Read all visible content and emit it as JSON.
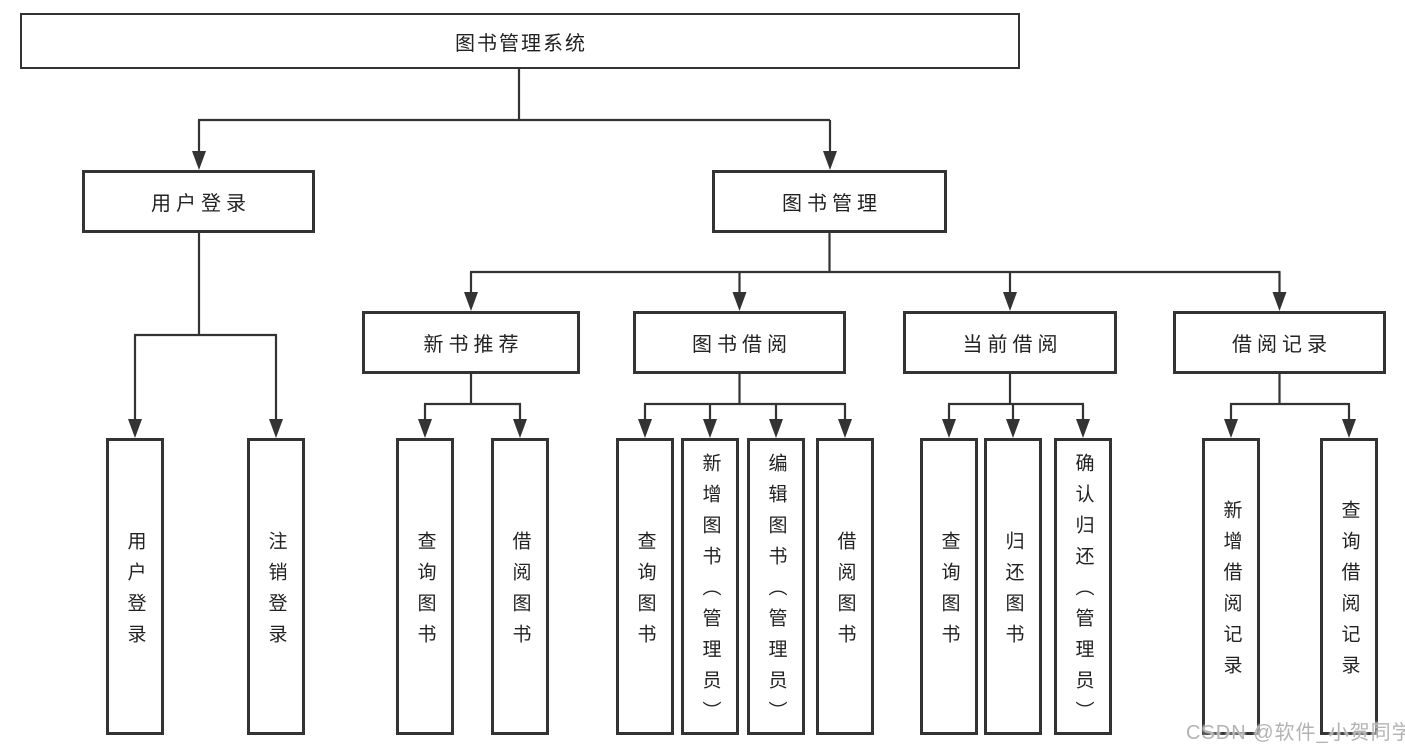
{
  "tree": {
    "label": "图书管理系统",
    "children": [
      {
        "label": "用户登录",
        "children": [
          {
            "label": "用户登录"
          },
          {
            "label": "注销登录"
          }
        ]
      },
      {
        "label": "图书管理",
        "children": [
          {
            "label": "新书推荐",
            "children": [
              {
                "label": "查询图书"
              },
              {
                "label": "借阅图书"
              }
            ]
          },
          {
            "label": "图书借阅",
            "children": [
              {
                "label": "查询图书"
              },
              {
                "label": "新增图书（管理员）"
              },
              {
                "label": "编辑图书（管理员）"
              },
              {
                "label": "借阅图书"
              }
            ]
          },
          {
            "label": "当前借阅",
            "children": [
              {
                "label": "查询图书"
              },
              {
                "label": "归还图书"
              },
              {
                "label": "确认归还（管理员）"
              }
            ]
          },
          {
            "label": "借阅记录",
            "children": [
              {
                "label": "新增借阅记录"
              },
              {
                "label": "查询借阅记录"
              }
            ]
          }
        ]
      }
    ]
  },
  "watermark": {
    "text": "CSDN @软件_小贺同学"
  },
  "colors": {
    "line": "#333333",
    "box_border": "#333333",
    "text": "#222222",
    "background": "#ffffff",
    "watermark": "#b3b3b3"
  }
}
